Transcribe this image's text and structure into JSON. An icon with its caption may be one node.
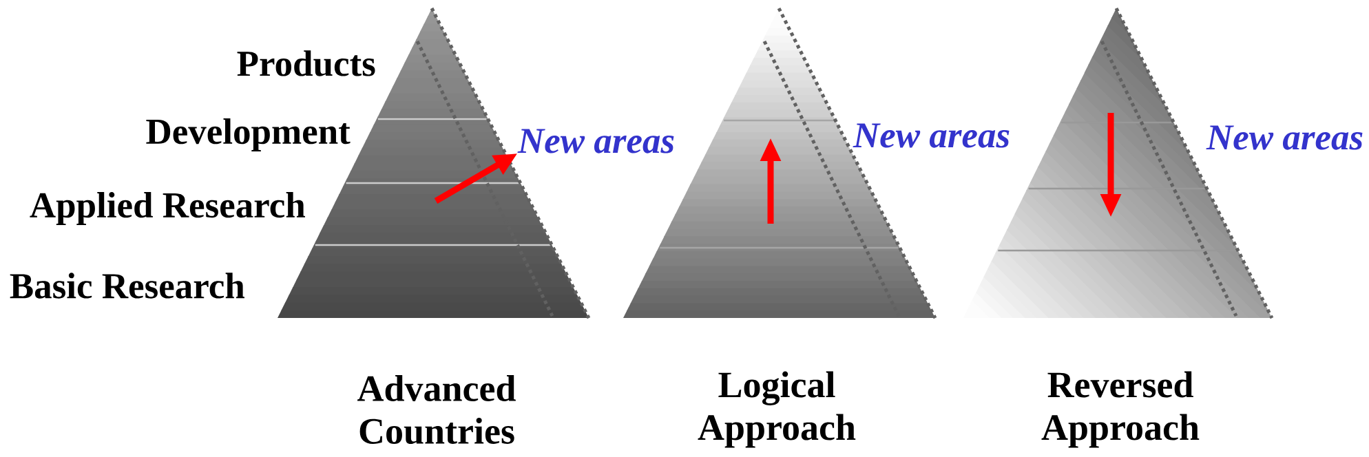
{
  "diagram": {
    "nodes": [
      {
        "text": [],
        "shape": "triangle"
      },
      {
        "text": [
          "New areas"
        ]
      },
      {
        "text": [],
        "shape": "triangle"
      },
      {
        "text": [],
        "shape": "triangle"
      }
    ],
    "edges": [
      {
        "from": 0,
        "to": 1,
        "arrow": "to"
      }
    ],
    "labels": [
      "Products",
      "Development",
      "Applied Research",
      "Basic Research",
      "New areas",
      "New areas",
      "Advanced Countries",
      "Logical Approach",
      "Reversed Approach"
    ]
  }
}
